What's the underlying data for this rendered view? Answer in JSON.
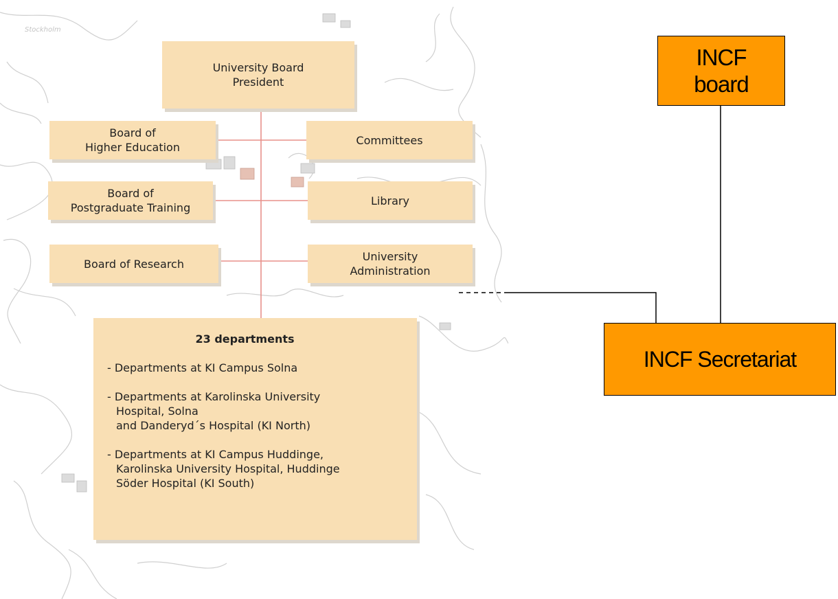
{
  "watermark": "Stockholm",
  "ki_org": {
    "top": {
      "line1": "University Board",
      "line2": "President"
    },
    "left": [
      {
        "line1": "Board of",
        "line2": "Higher Education"
      },
      {
        "line1": "Board of",
        "line2": "Postgraduate Training"
      },
      {
        "line1": "Board of Research"
      }
    ],
    "right": [
      {
        "line1": "Committees"
      },
      {
        "line1": "Library"
      },
      {
        "line1": "University",
        "line2": "Administration"
      }
    ],
    "departments": {
      "title": "23 departments",
      "items": [
        {
          "lines": [
            "- Departments at KI Campus Solna"
          ]
        },
        {
          "lines": [
            "- Departments at Karolinska University",
            "Hospital, Solna",
            "and Danderyd´s Hospital (KI North)"
          ]
        },
        {
          "lines": [
            "- Departments at KI Campus Huddinge,",
            "Karolinska University Hospital, Huddinge",
            "Söder Hospital (KI South)"
          ]
        }
      ]
    }
  },
  "incf": {
    "board": {
      "line1": "INCF",
      "line2": "board"
    },
    "secretariat": {
      "label": "INCF Secretariat"
    }
  },
  "colors": {
    "ki_box": "#f9dfb4",
    "ki_connector": "#e8908a",
    "incf_box": "#ff9900",
    "map_lines": "#c8c8c8"
  }
}
